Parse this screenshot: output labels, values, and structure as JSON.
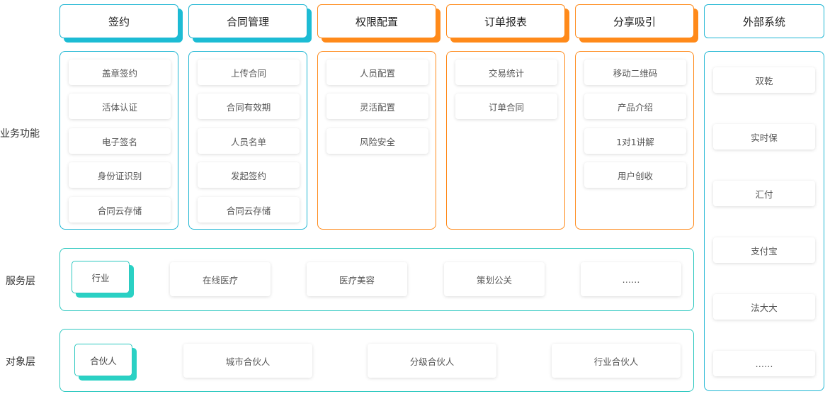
{
  "row_labels": {
    "business": "业务功能",
    "service": "服务层",
    "object": "对象层"
  },
  "columns": [
    {
      "title": "签约",
      "accent": "#1fb6d3",
      "items": [
        "盖章签约",
        "活体认证",
        "电子签名",
        "身份证识别",
        "合同云存储"
      ]
    },
    {
      "title": "合同管理",
      "accent": "#1fb6d3",
      "items": [
        "上传合同",
        "合同有效期",
        "人员名单",
        "发起签约",
        "合同云存储"
      ]
    },
    {
      "title": "权限配置",
      "accent": "#ff8a1a",
      "items": [
        "人员配置",
        "灵活配置",
        "风险安全"
      ]
    },
    {
      "title": "订单报表",
      "accent": "#ff8a1a",
      "items": [
        "交易统计",
        "订单合同"
      ]
    },
    {
      "title": "分享吸引",
      "accent": "#ff8a1a",
      "items": [
        "移动二维码",
        "产品介绍",
        "1对1讲解",
        "用户创收"
      ]
    }
  ],
  "external": {
    "title": "外部系统",
    "items": [
      "双乾",
      "实时保",
      "汇付",
      "支付宝",
      "法大大",
      "……"
    ]
  },
  "service_layer": {
    "tag": "行业",
    "items": [
      "在线医疗",
      "医疗美容",
      "策划公关",
      "……"
    ]
  },
  "object_layer": {
    "tag": "合伙人",
    "items": [
      "城市合伙人",
      "分级合伙人",
      "行业合伙人"
    ]
  },
  "colors": {
    "blue": "#1fb6d3",
    "orange": "#ff8a1a",
    "teal": "#2ec8c0"
  }
}
